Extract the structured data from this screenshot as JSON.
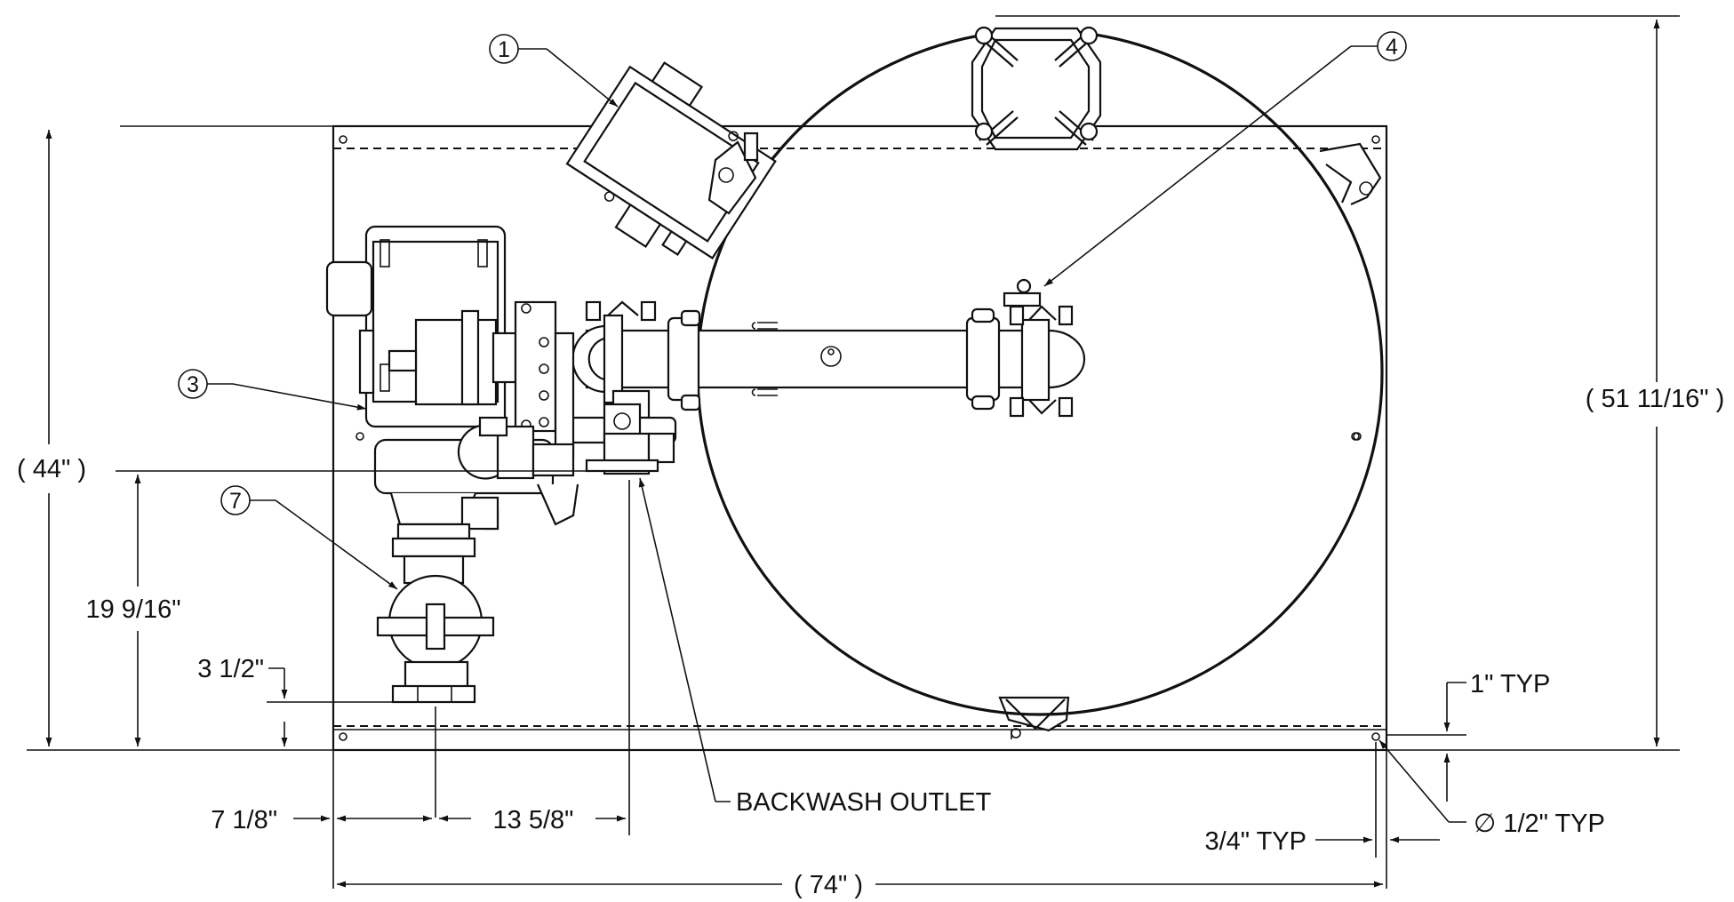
{
  "dimensions": {
    "overall_height": "( 51 11/16\" )",
    "frame_height": "( 44\" )",
    "pump_outlet_height": "19 9/16\"",
    "valve_outlet_height": "3 1/2\"",
    "left_offset": "7 1/8\"",
    "backwash_offset": "13 5/8\"",
    "overall_width": "( 74\" )",
    "hole_offset": "3/4\" TYP",
    "rail_width": "1\" TYP",
    "hole_diameter": "∅ 1/2\" TYP"
  },
  "labels": {
    "backwash_outlet": "BACKWASH OUTLET"
  },
  "callouts": [
    {
      "number": "1"
    },
    {
      "number": "3"
    },
    {
      "number": "4"
    },
    {
      "number": "7"
    }
  ]
}
